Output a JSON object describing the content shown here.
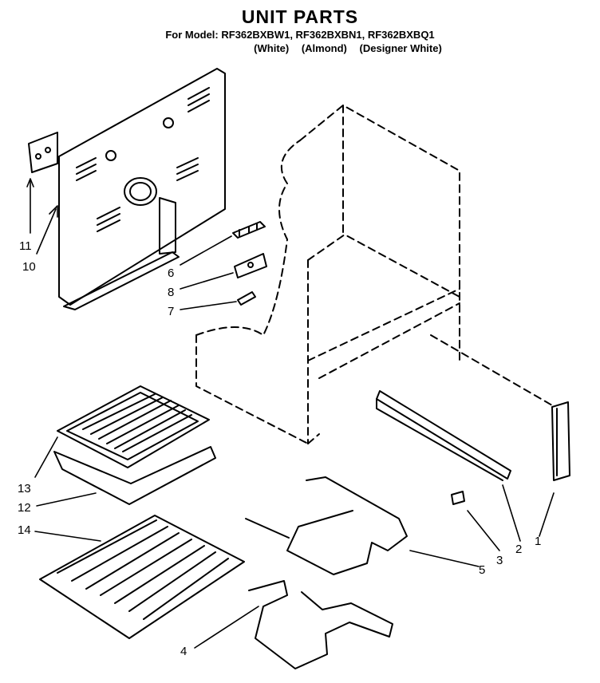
{
  "header": {
    "title": "UNIT PARTS",
    "models_line": "For Model: RF362BXBW1, RF362BXBN1, RF362BXBQ1",
    "colors": [
      "(White)",
      "(Almond)",
      "(Designer White)"
    ]
  },
  "callouts": [
    "1",
    "2",
    "3",
    "4",
    "5",
    "6",
    "7",
    "8",
    "10",
    "11",
    "12",
    "13",
    "14"
  ]
}
